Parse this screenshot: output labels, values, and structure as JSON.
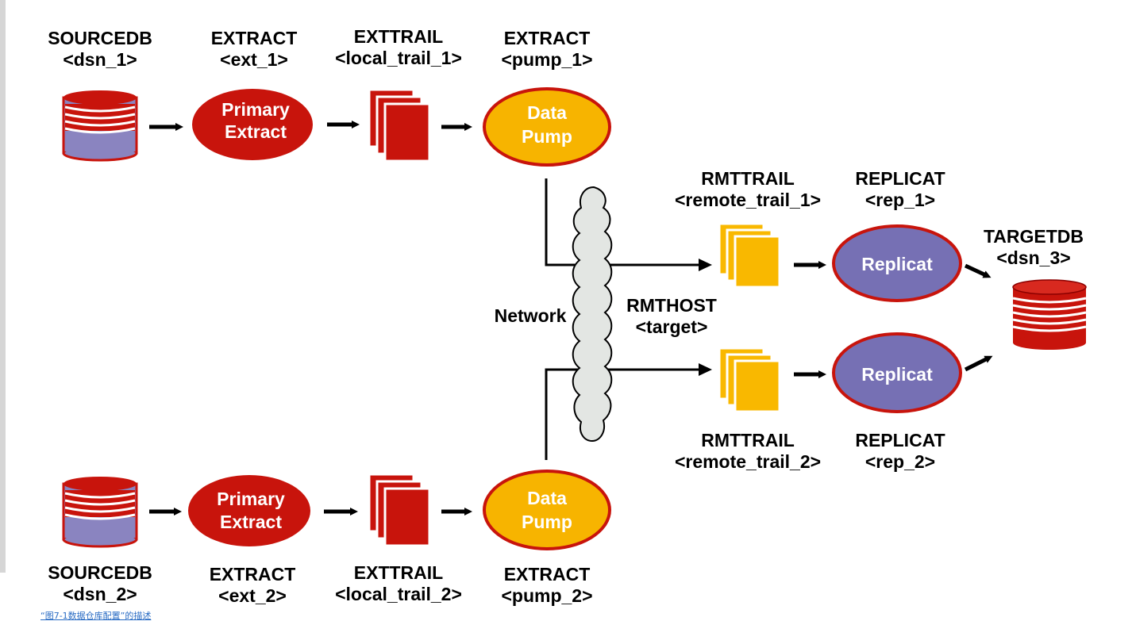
{
  "diagram": {
    "sources": [
      {
        "db_type": "SOURCEDB",
        "db_name": "<dsn_1>",
        "extract_type": "EXTRACT",
        "extract_name": "<ext_1>",
        "extract_text": [
          "Primary",
          "Extract"
        ],
        "trail_type": "EXTTRAIL",
        "trail_name": "<local_trail_1>",
        "pump_type": "EXTRACT",
        "pump_name": "<pump_1>",
        "pump_text": [
          "Data",
          "Pump"
        ]
      },
      {
        "db_type": "SOURCEDB",
        "db_name": "<dsn_2>",
        "extract_type": "EXTRACT",
        "extract_name": "<ext_2>",
        "extract_text": [
          "Primary",
          "Extract"
        ],
        "trail_type": "EXTTRAIL",
        "trail_name": "<local_trail_2>",
        "pump_type": "EXTRACT",
        "pump_name": "<pump_2>",
        "pump_text": [
          "Data",
          "Pump"
        ]
      }
    ],
    "network": {
      "label": "Network",
      "rmthost_line1": "RMTHOST",
      "rmthost_line2": "<target>"
    },
    "targets": [
      {
        "trail_type": "RMTTRAIL",
        "trail_name": "<remote_trail_1>",
        "replicat_type": "REPLICAT",
        "replicat_name": "<rep_1>",
        "replicat_text": "Replicat"
      },
      {
        "trail_type": "RMTTRAIL",
        "trail_name": "<remote_trail_2>",
        "replicat_type": "REPLICAT",
        "replicat_name": "<rep_2>",
        "replicat_text": "Replicat"
      }
    ],
    "target_db": {
      "db_type": "TARGETDB",
      "db_name": "<dsn_3>"
    }
  },
  "caption_link": "“图7-1数据仓库配置”的描述",
  "colors": {
    "extract_red": "#c8140c",
    "pump_orange": "#f7b400",
    "replicat_purple": "#7670b4",
    "db_purple": "#8a84c0",
    "trail_yellow": "#f9b800",
    "network_gray": "#e3e6e3",
    "link_blue": "#2a6cc4"
  }
}
